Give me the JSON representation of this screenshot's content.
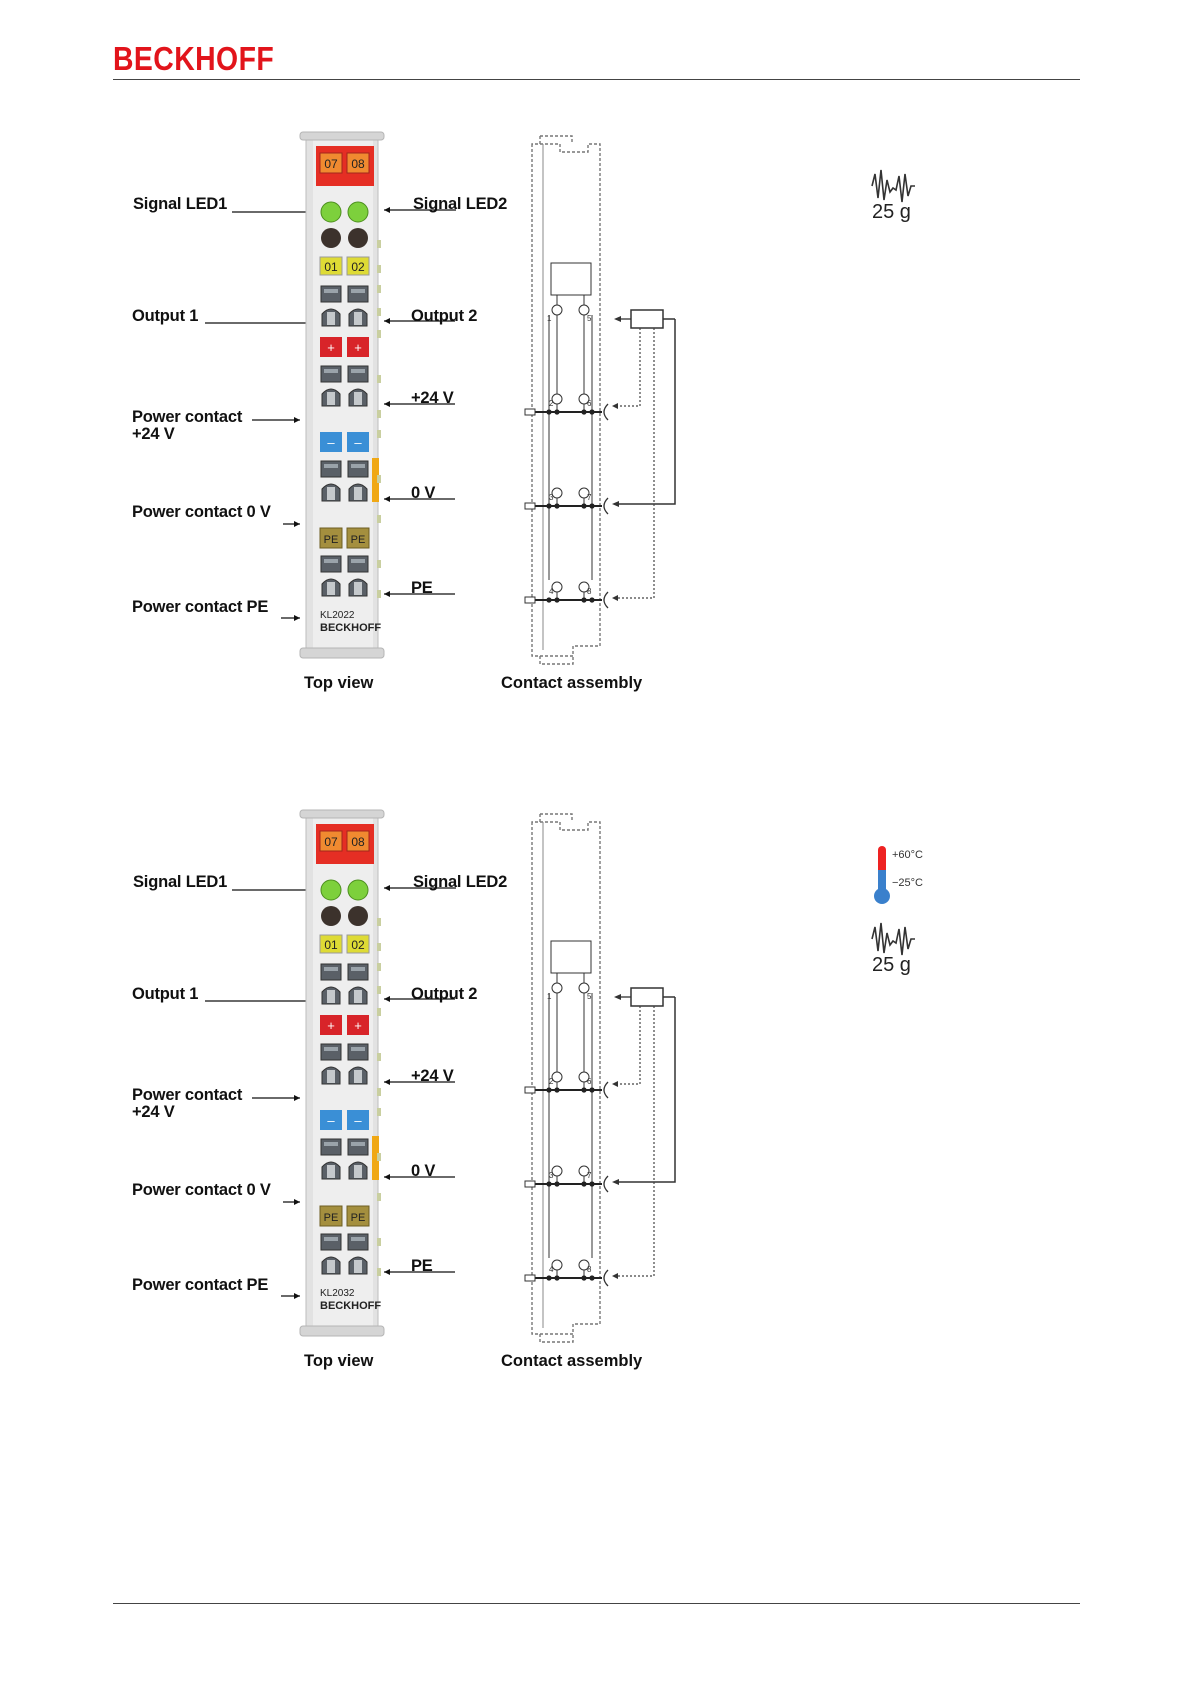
{
  "header": {
    "brand": "BECKHOFF"
  },
  "figures": [
    {
      "terminal_model": "KL2022",
      "terminal_brand": "BECKHOFF",
      "leds": {
        "top_left": "07",
        "top_right": "08",
        "mid_left": "01",
        "mid_right": "02",
        "pe_left": "PE",
        "pe_right": "PE",
        "plus": "+",
        "minus": "–"
      },
      "labels": {
        "signal_led1": "Signal LED1",
        "signal_led2": "Signal LED2",
        "output1": "Output 1",
        "output2": "Output 2",
        "plus24": "+24 V",
        "power_contact_24_line1": "Power contact",
        "power_contact_24_line2": "+24 V",
        "zero_v": "0 V",
        "power_contact_0v": "Power contact 0 V",
        "pe": "PE",
        "power_contact_pe": "Power contact PE"
      },
      "captions": {
        "top_view": "Top view",
        "contact_assembly": "Contact assembly"
      },
      "contact_numbers": [
        "1",
        "5",
        "2",
        "6",
        "3",
        "7",
        "4",
        "8"
      ],
      "weight": "25 g",
      "temperature": null
    },
    {
      "terminal_model": "KL2032",
      "terminal_brand": "BECKHOFF",
      "leds": {
        "top_left": "07",
        "top_right": "08",
        "mid_left": "01",
        "mid_right": "02",
        "pe_left": "PE",
        "pe_right": "PE",
        "plus": "+",
        "minus": "–"
      },
      "labels": {
        "signal_led1": "Signal LED1",
        "signal_led2": "Signal LED2",
        "output1": "Output 1",
        "output2": "Output 2",
        "plus24": "+24 V",
        "power_contact_24_line1": "Power contact",
        "power_contact_24_line2": "+24 V",
        "zero_v": "0 V",
        "power_contact_0v": "Power contact 0 V",
        "pe": "PE",
        "power_contact_pe": "Power contact PE"
      },
      "captions": {
        "top_view": "Top view",
        "contact_assembly": "Contact assembly"
      },
      "contact_numbers": [
        "1",
        "5",
        "2",
        "6",
        "3",
        "7",
        "4",
        "8"
      ],
      "weight": "25 g",
      "temperature": {
        "high": "+60°C",
        "low": "−25°C"
      }
    }
  ]
}
